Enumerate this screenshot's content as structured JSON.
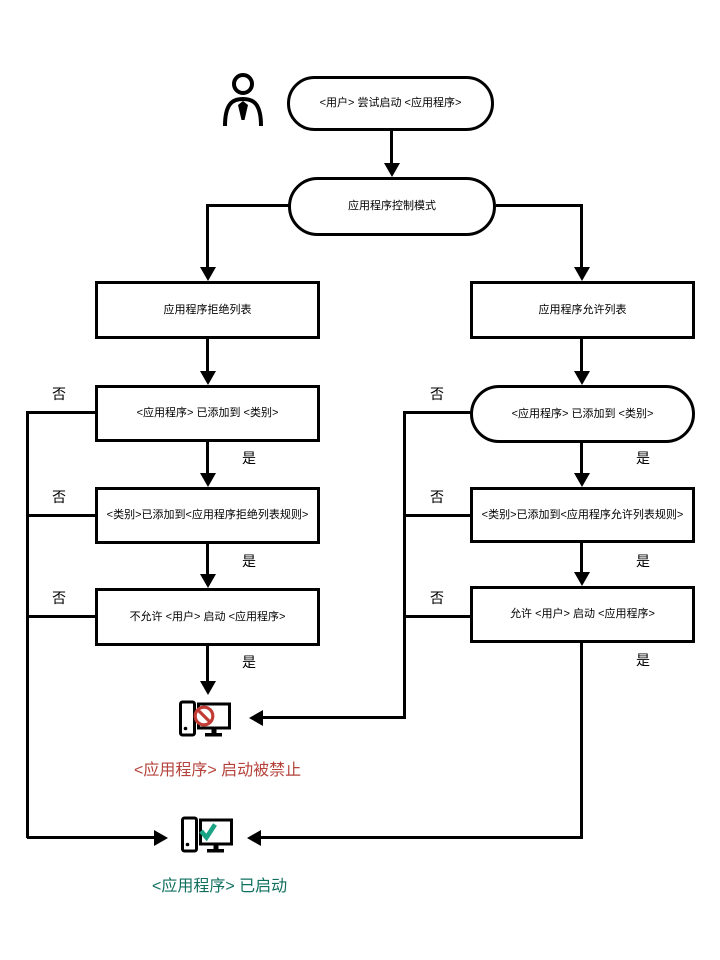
{
  "diagram": {
    "nodes": {
      "start": "<用户> 尝试启动 <应用程序>",
      "mode": "应用程序控制模式",
      "denylist": "应用程序拒绝列表",
      "deny_category": "<应用程序> 已添加到 <类别>",
      "deny_rule": "<类别>已添加到<应用程序拒绝列表规则>",
      "deny_action": "不允许 <用户> 启动 <应用程序>",
      "allowlist": "应用程序允许列表",
      "allow_category": "<应用程序> 已添加到 <类别>",
      "allow_rule": "<类别>已添加到<应用程序允许列表规则>",
      "allow_action": "允许 <用户> 启动 <应用程序>"
    },
    "labels": {
      "no": "否",
      "yes": "是"
    },
    "outcomes": {
      "blocked": "<应用程序> 启动被禁止",
      "started": "<应用程序> 已启动"
    },
    "icons": [
      "user-icon",
      "computer-blocked-icon",
      "computer-started-icon"
    ],
    "colors": {
      "line": "#000000",
      "blocked_text": "#b5433c",
      "started_text": "#10705f",
      "prohibited_red": "#c23b34",
      "check_green": "#1aa384"
    }
  }
}
